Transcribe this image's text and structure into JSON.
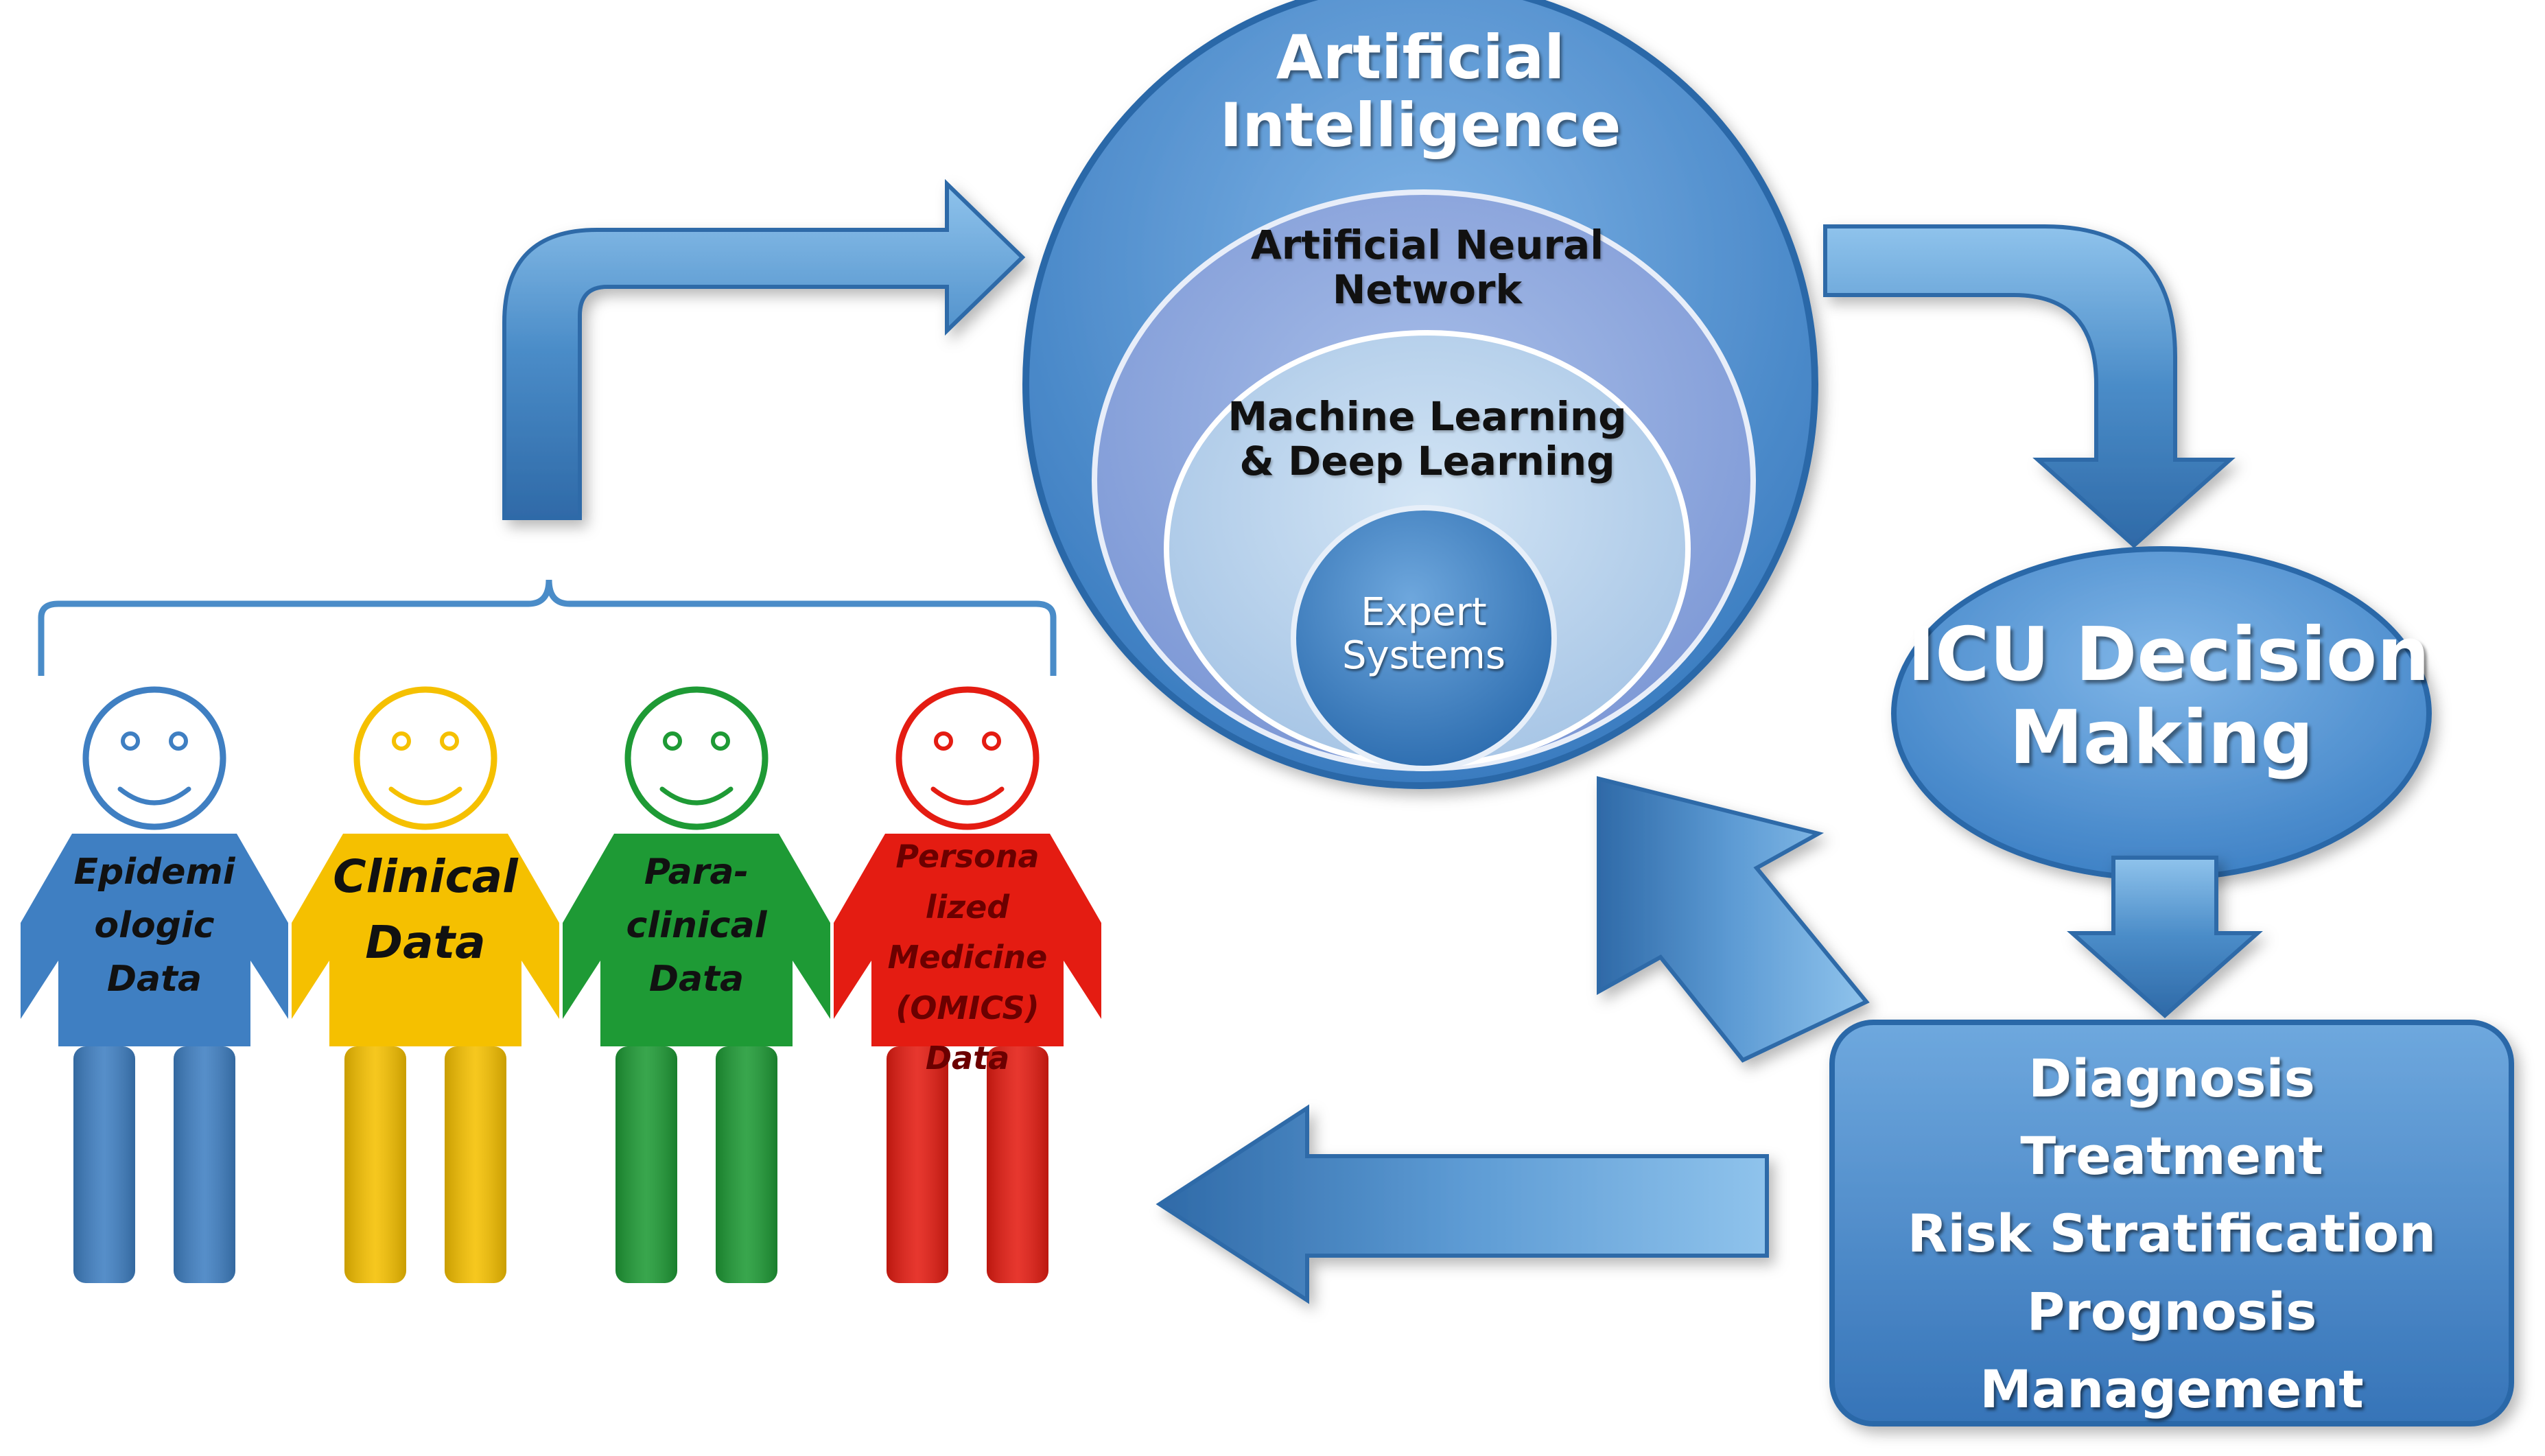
{
  "ai": {
    "title_line1": "Artificial",
    "title_line2": "Intelligence",
    "ann_line1": "Artificial Neural",
    "ann_line2": "Network",
    "ml_line1": "Machine Learning",
    "ml_line2": "& Deep Learning",
    "expert_line1": "Expert",
    "expert_line2": "Systems"
  },
  "icu": {
    "line1": "ICU Decision",
    "line2": "Making"
  },
  "outcomes": [
    "Diagnosis",
    "Treatment",
    "Risk Stratification",
    "Prognosis",
    "Management"
  ],
  "people": [
    {
      "lines": [
        "Epidemi",
        "ologic",
        "Data"
      ],
      "color": "#3f7fc2"
    },
    {
      "lines": [
        "Clinical",
        "Data"
      ],
      "color": "#f5c000"
    },
    {
      "lines": [
        "Para-",
        "clinical",
        "Data"
      ],
      "color": "#1e9a35"
    },
    {
      "lines": [
        "Persona",
        "lized",
        "Medicine",
        "(OMICS)",
        "Data"
      ],
      "color": "#e41c12"
    }
  ],
  "colors": {
    "arrow": "#4a8cc8",
    "outer_circle": "#4d8fd0",
    "ann_circle": "#8eaadf",
    "ml_circle": "#b5d0ea",
    "expert_circle": "#3d7fc0",
    "icu_ellipse": "#4f92d2",
    "outcome_box": "#3f80c3"
  }
}
